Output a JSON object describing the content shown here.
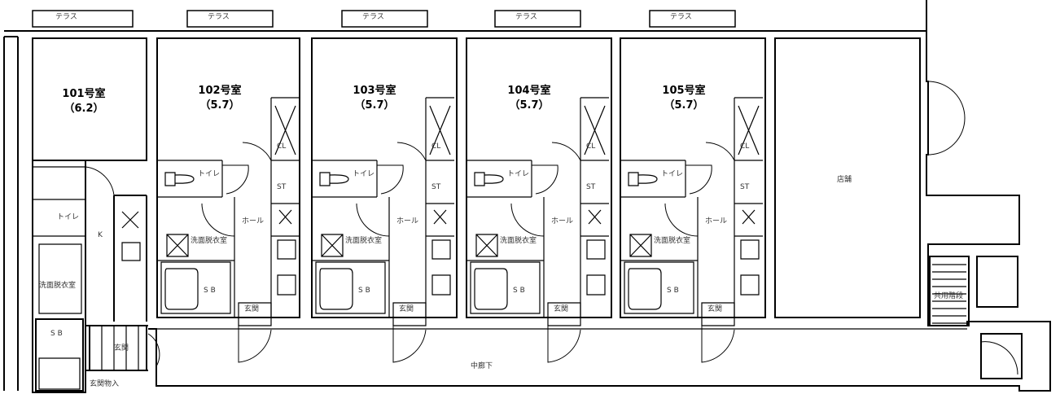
{
  "labels": {
    "terrace": "テラス",
    "toilet": "トイレ",
    "washroom": "洗面脱衣室",
    "hall": "ホール",
    "entrance": "玄関",
    "bath": "S B",
    "storage": "ST",
    "closet": "CL",
    "kitchen": "K",
    "shop": "店舗",
    "corridor": "中廊下",
    "stairs": "共用階段",
    "entrance_storage": "玄関物入"
  },
  "rooms": [
    {
      "name": "101号室",
      "size": "（6.2）"
    },
    {
      "name": "102号室",
      "size": "（5.7）"
    },
    {
      "name": "103号室",
      "size": "（5.7）"
    },
    {
      "name": "104号室",
      "size": "（5.7）"
    },
    {
      "name": "105号室",
      "size": "（5.7）"
    }
  ]
}
